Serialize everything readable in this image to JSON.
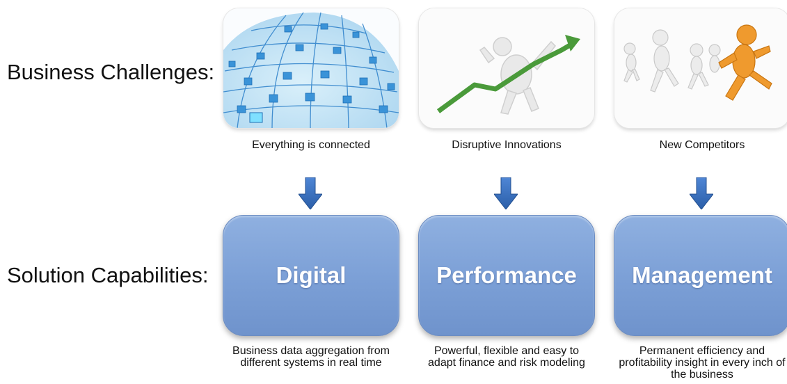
{
  "labels": {
    "challenges": "Business Challenges:",
    "capabilities": "Solution Capabilities:"
  },
  "challenges": [
    {
      "caption": "Everything is connected",
      "image": "network-globe-icon"
    },
    {
      "caption": "Disruptive Innovations",
      "image": "growth-arrow-figure-icon"
    },
    {
      "caption": "New Competitors",
      "image": "running-figures-icon"
    }
  ],
  "capabilities": [
    {
      "title": "Digital",
      "description": "Business data aggregation from different systems in real time"
    },
    {
      "title": "Performance",
      "description": "Powerful, flexible and easy to adapt finance and risk modeling"
    },
    {
      "title": "Management",
      "description": "Permanent efficiency and profitability insight in every inch of the business"
    }
  ],
  "colors": {
    "box_fill": "#7b9fd6",
    "arrow": "#3a6fbf",
    "trend_arrow": "#4a9a3a",
    "leader_figure": "#e8902a"
  }
}
